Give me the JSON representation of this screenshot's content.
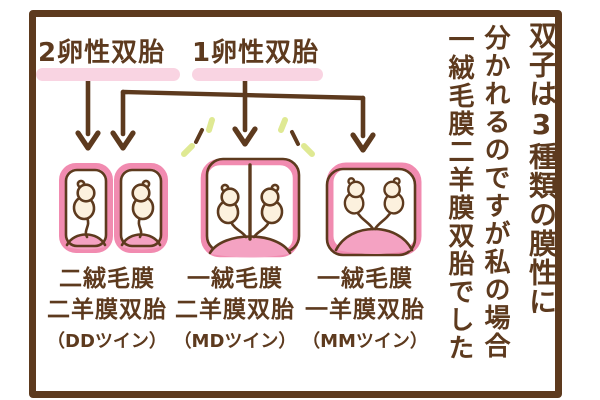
{
  "panel": {
    "branch_labels": [
      {
        "id": "dizygotic",
        "text": "2卵性双胎"
      },
      {
        "id": "monozygotic",
        "text": "1卵性双胎"
      }
    ],
    "twin_types": [
      {
        "code": "DD",
        "line1": "二絨毛膜",
        "line2": "二羊膜双胎",
        "line3": "（DDツイン）",
        "highlighted": false
      },
      {
        "code": "MD",
        "line1": "一絨毛膜",
        "line2": "二羊膜双胎",
        "line3": "（MDツイン）",
        "highlighted": true
      },
      {
        "code": "MM",
        "line1": "一絨毛膜",
        "line2": "一羊膜双胎",
        "line3": "（MMツイン）",
        "highlighted": false
      }
    ],
    "narration_columns": [
      "双子は3種類の膜性に",
      "分かれるのですが私の場合",
      "一絨毛膜二羊膜双胎でした"
    ],
    "colors": {
      "ink_brown": "#5d3a1e",
      "sac_pink": "#f18bb0",
      "placenta_pink": "#f4a2c2",
      "highlight_pink": "#f9d4e2",
      "fetus_cream": "#fcf1de",
      "sparkle_green": "#dfe993",
      "background": "#ffffff"
    }
  }
}
